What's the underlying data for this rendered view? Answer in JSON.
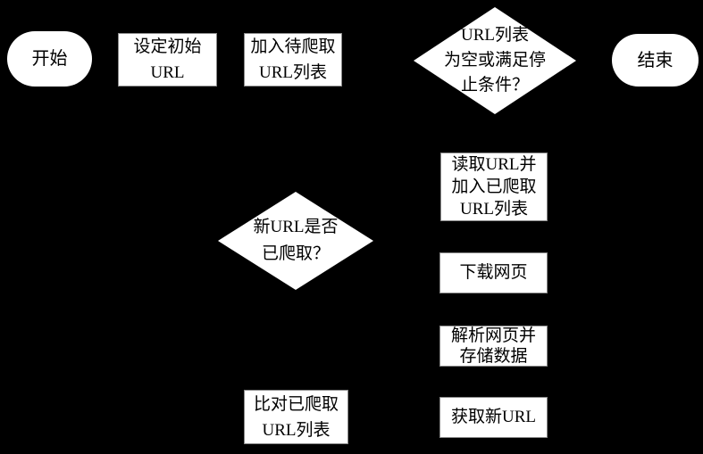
{
  "diagram": {
    "background_color": "#000000",
    "node_fill_color": "#ffffff",
    "node_text_color": "#000000",
    "nodes": {
      "start": {
        "type": "terminator",
        "label": "开始"
      },
      "set_initial_url": {
        "type": "process",
        "label": "设定初始\nURL"
      },
      "add_pending_url_list": {
        "type": "process",
        "label": "加入待爬取\nURL列表"
      },
      "check_stop_condition": {
        "type": "decision",
        "label": "URL列表\n为空或满足停\n止条件？"
      },
      "end": {
        "type": "terminator",
        "label": "结束"
      },
      "read_url_add_crawled_list": {
        "type": "process",
        "label": "读取URL并\n加入已爬取\nURL列表"
      },
      "download_page": {
        "type": "process",
        "label": "下载网页"
      },
      "parse_page_store_data": {
        "type": "process",
        "label": "解析网页并\n存储数据"
      },
      "get_new_url": {
        "type": "process",
        "label": "获取新URL"
      },
      "check_new_url_crawled": {
        "type": "decision",
        "label": "新URL是否\n已爬取？"
      },
      "compare_crawled_url_list": {
        "type": "process",
        "label": "比对已爬取\nURL列表"
      }
    }
  }
}
